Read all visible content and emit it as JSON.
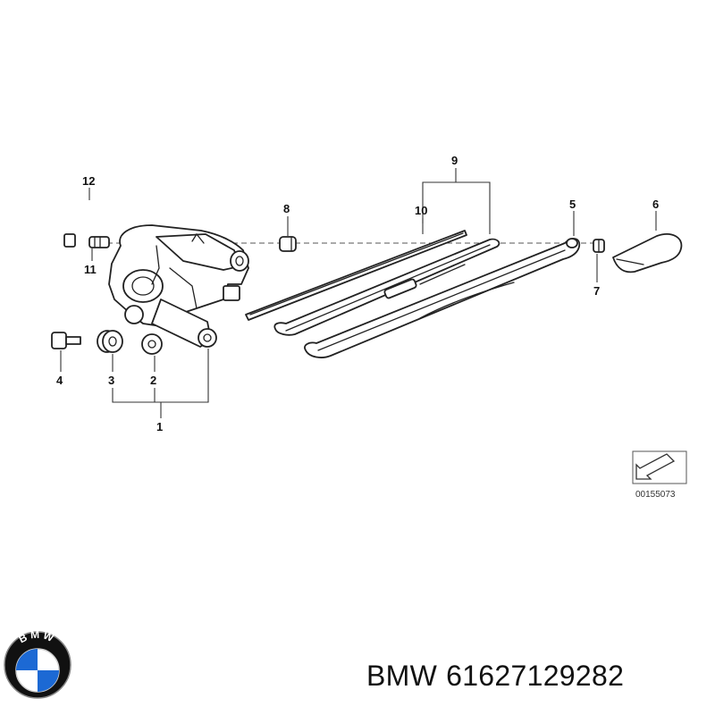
{
  "diagram": {
    "callouts": {
      "c1": "1",
      "c2": "2",
      "c3": "3",
      "c4": "4",
      "c5": "5",
      "c6": "6",
      "c7": "7",
      "c8": "8",
      "c9": "9",
      "c10": "10",
      "c11": "11",
      "c12": "12"
    },
    "reference_code": "00155073"
  },
  "caption": {
    "brand": "BMW",
    "part_number": "61627129282"
  },
  "logo": {
    "text": "BMW",
    "colors": {
      "blue": "#1c69d4",
      "white": "#ffffff",
      "ring": "#111111"
    }
  }
}
